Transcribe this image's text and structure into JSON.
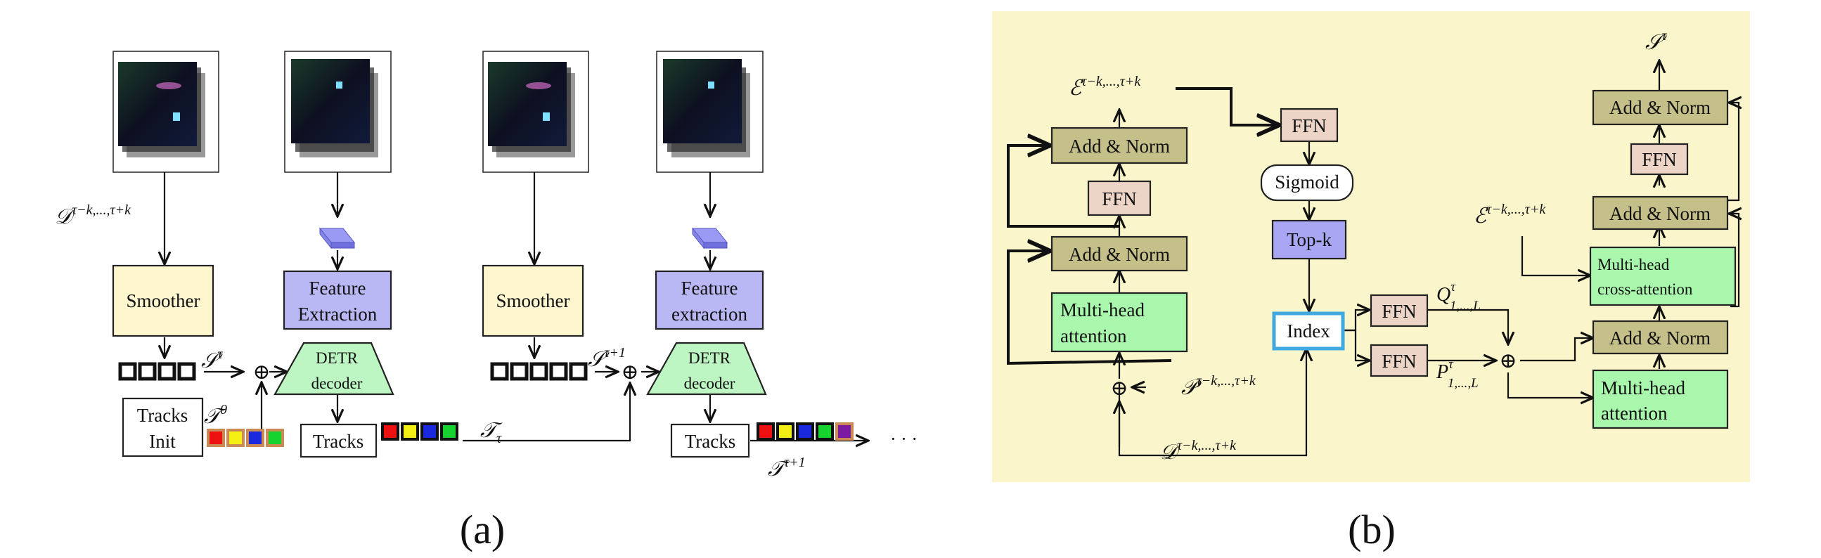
{
  "colors": {
    "panel_b_bg": "#fbf5cb",
    "smoother": "#fdf6cf",
    "feature": "#b9b8f5",
    "detr": "#bdf5c3",
    "add_norm": "#c5c08a",
    "ffn": "#ecd5c7",
    "multihead": "#a9f6ad",
    "topk": "#a9a6f3",
    "index_border": "#3fa9df",
    "track_colors": [
      "#ee1111",
      "#f3ef14",
      "#1a28de",
      "#17d32f",
      "#7a1aa0"
    ],
    "track_border": "#c98a55"
  },
  "panel_a": {
    "caption": "(a)",
    "smoother_1": "Smoother",
    "smoother_2": "Smoother",
    "feature_1": [
      "Feature",
      "Extraction"
    ],
    "feature_2": [
      "Feature",
      "extraction"
    ],
    "detr_1": [
      "DETR",
      "decoder"
    ],
    "detr_2": [
      "DETR",
      "decoder"
    ],
    "tracks_init": [
      "Tracks",
      "Init"
    ],
    "tracks_1": "Tracks",
    "tracks_2": "Tracks",
    "label_D": "𝒟",
    "label_D_sup": "τ−k,...,τ+k",
    "label_S": "𝒮",
    "label_S_sup": "τ",
    "label_S2_sup": "τ+1",
    "label_T0": "𝒯",
    "label_T0_sup": "0",
    "label_Ttau": "𝒯",
    "label_Ttau_sub": "τ",
    "label_T_next": "𝒯",
    "label_T_next_sup": "τ+1",
    "ellipsis": "· · ·",
    "oplus": "⊕"
  },
  "panel_b": {
    "caption": "(b)",
    "add_norm": "Add & Norm",
    "ffn": "FFN",
    "multihead_attention": [
      "Multi-head",
      "attention"
    ],
    "cross_attention": [
      "Multi-head",
      "cross-attention"
    ],
    "sigmoid": "Sigmoid",
    "topk": "Top-k",
    "index": "Index",
    "E": "ℰ",
    "P": "𝒫",
    "D": "𝒟",
    "S": "𝒮",
    "range_sup": "τ−k,...,τ+k",
    "tau": "τ",
    "Q": "Q",
    "Pq": "P",
    "sub_1L": "1,...,L",
    "oplus": "⊕"
  }
}
